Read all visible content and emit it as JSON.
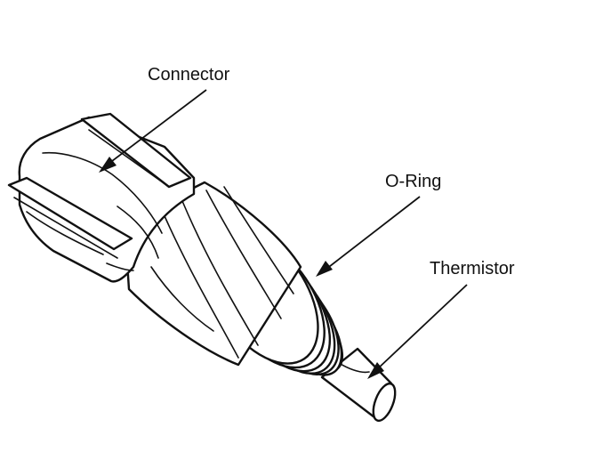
{
  "labels": {
    "connector": "Connector",
    "o_ring": "O-Ring",
    "thermistor": "Thermistor"
  },
  "colors": {
    "line": "#111111",
    "background": "#ffffff"
  }
}
